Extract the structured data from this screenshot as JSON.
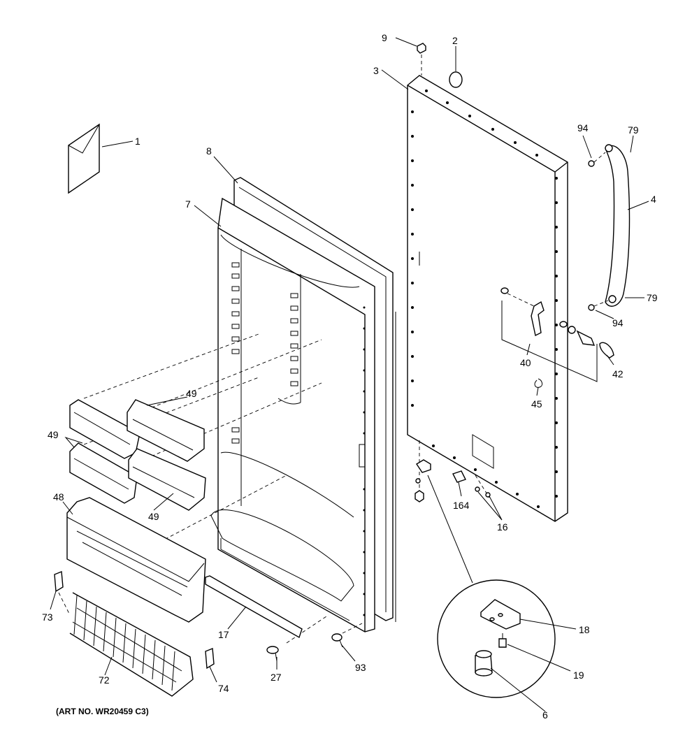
{
  "diagram": {
    "art_number": "(ART NO. WR20459 C3)",
    "callouts": {
      "c1": "1",
      "c2": "2",
      "c3": "3",
      "c4": "4",
      "c6": "6",
      "c7": "7",
      "c8": "8",
      "c9": "9",
      "c16": "16",
      "c17": "17",
      "c18": "18",
      "c19": "19",
      "c27": "27",
      "c40": "40",
      "c42": "42",
      "c45": "45",
      "c48": "48",
      "c49a": "49",
      "c49b": "49",
      "c49c": "49",
      "c72": "72",
      "c73": "73",
      "c74": "74",
      "c79a": "79",
      "c79b": "79",
      "c93": "93",
      "c94a": "94",
      "c94b": "94",
      "c164": "164"
    }
  }
}
